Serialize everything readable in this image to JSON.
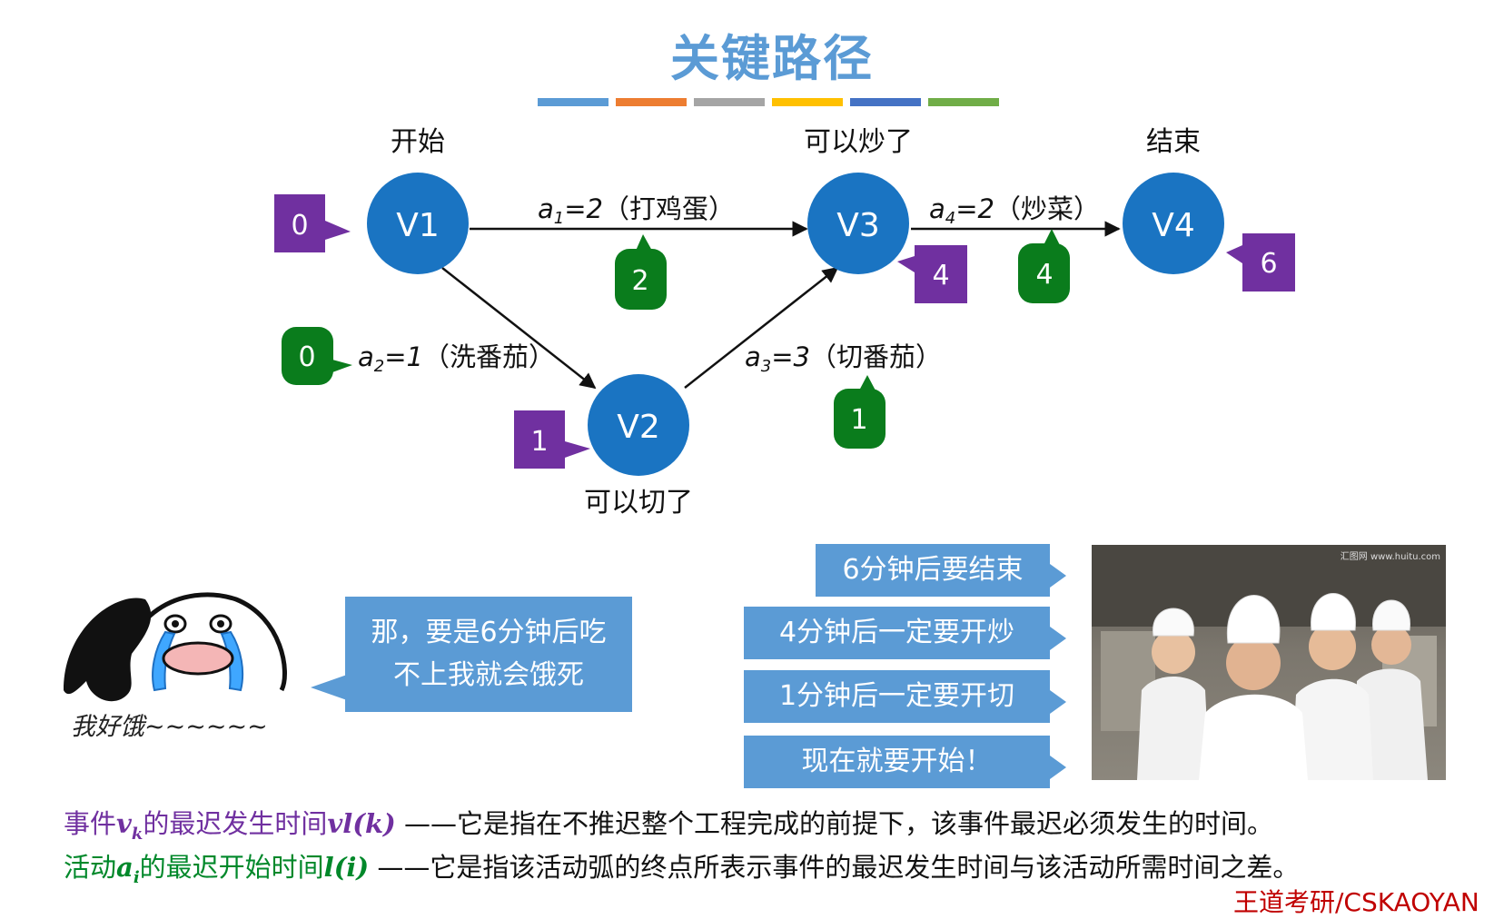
{
  "title": "关键路径",
  "title_bar_colors": [
    "#5b9bd5",
    "#ed7d31",
    "#a5a5a5",
    "#ffc000",
    "#4472c4",
    "#70ad47"
  ],
  "colors": {
    "node": "#1a74c2",
    "latest_badge": "#7030a0",
    "activity_badge": "#0a7c1c",
    "callout": "#5b9bd5"
  },
  "nodes": [
    {
      "id": "V1",
      "label": "V1",
      "caption": "开始",
      "latest_time": "0"
    },
    {
      "id": "V2",
      "label": "V2",
      "caption": "可以切了",
      "latest_time": "1"
    },
    {
      "id": "V3",
      "label": "V3",
      "caption": "可以炒了",
      "latest_time": "4"
    },
    {
      "id": "V4",
      "label": "V4",
      "caption": "结束",
      "latest_time": "6"
    }
  ],
  "edges": [
    {
      "from": "V1",
      "to": "V3",
      "var": "a",
      "sub": "1",
      "eq": "=2",
      "desc": "（打鸡蛋）",
      "latest_start": "2"
    },
    {
      "from": "V1",
      "to": "V2",
      "var": "a",
      "sub": "2",
      "eq": "=1",
      "desc": "（洗番茄）",
      "latest_start": "0"
    },
    {
      "from": "V2",
      "to": "V3",
      "var": "a",
      "sub": "3",
      "eq": "=3",
      "desc": "（切番茄）",
      "latest_start": "1"
    },
    {
      "from": "V3",
      "to": "V4",
      "var": "a",
      "sub": "4",
      "eq": "=2",
      "desc": "（炒菜）",
      "latest_start": "4"
    }
  ],
  "meme": {
    "caption": "我好饿~~~~~~"
  },
  "hungry_bubble": {
    "line1": "那，要是6分钟后吃",
    "line2": "不上我就会饿死"
  },
  "time_callouts": [
    "6分钟后要结束",
    "4分钟后一定要开炒",
    "1分钟后一定要开切",
    "现在就要开始！"
  ],
  "photo": {
    "caption": "汇图网 www.huitu.com"
  },
  "definitions": {
    "event": {
      "term_prefix": "事件",
      "term_var": "v",
      "term_sub": "k",
      "term_middle": "的最迟发生时间",
      "term_formula": "vl(k)",
      "dash": "——",
      "text": "它是指在不推迟整个工程完成的前提下，该事件最迟必须发生的时间。"
    },
    "activity": {
      "term_prefix": "活动",
      "term_var": "a",
      "term_sub": "i",
      "term_middle": "的最迟开始时间",
      "term_formula": "l(i)",
      "dash": "——",
      "text": "它是指该活动弧的终点所表示事件的最迟发生时间与该活动所需时间之差。"
    }
  },
  "watermark": "王道考研/CSKAOYAN"
}
